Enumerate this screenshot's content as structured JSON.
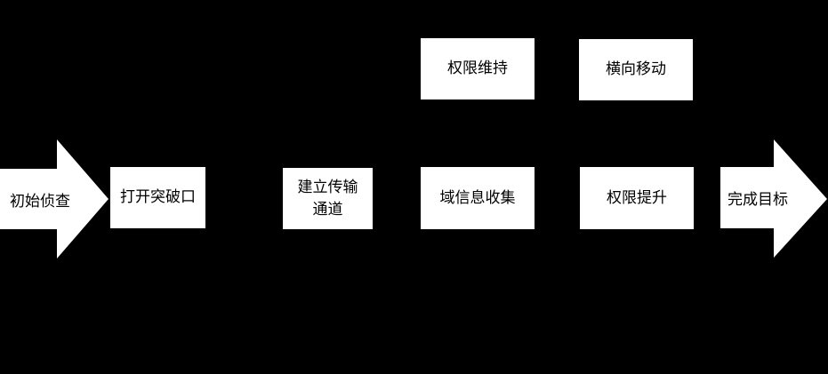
{
  "diagram": {
    "start": "初始侦查",
    "steps": [
      "打开突破口",
      "建立传输通道",
      "域信息收集",
      "权限提升",
      "权限维持",
      "横向移动"
    ],
    "end": "完成目标"
  },
  "colors": {
    "background": "#000000",
    "shape": "#ffffff",
    "text": "#000000"
  }
}
